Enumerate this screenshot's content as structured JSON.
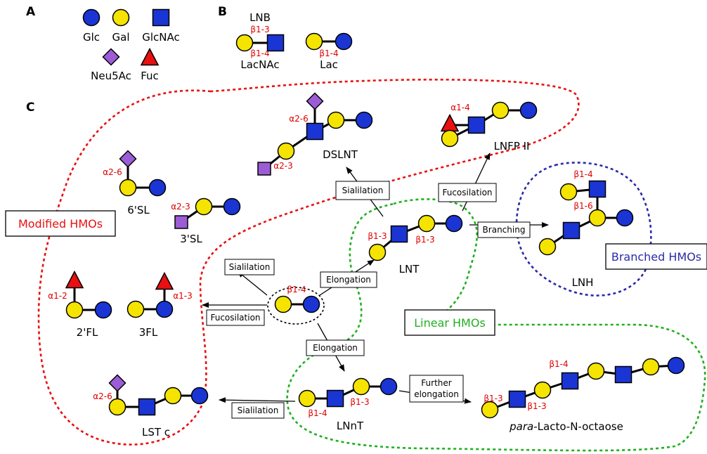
{
  "colors": {
    "glc": "#1a35d4",
    "gal": "#f5e400",
    "glcnac": "#1a35d4",
    "neu5ac": "#9c5cd6",
    "fuc": "#e81010",
    "modified": "#e81010",
    "linear": "#20b020",
    "branched": "#2a2aa8",
    "linkage_text": "#e00000"
  },
  "panels": {
    "a": "A",
    "b": "B",
    "c": "C"
  },
  "legend": {
    "glc": "Glc",
    "gal": "Gal",
    "glcnac": "GlcNAc",
    "neu5ac": "Neu5Ac",
    "fuc": "Fuc"
  },
  "panel_b": {
    "lnb": "LNB",
    "lnb_link": "β1-3",
    "lacnac": "LacNAc",
    "lacnac_link": "β1-4",
    "lac": "Lac",
    "lac_link": "β1-4"
  },
  "groups": {
    "modified": "Modified HMOs",
    "linear": "Linear HMOs",
    "branched": "Branched HMOs"
  },
  "center": {
    "link": "β1-4"
  },
  "structures": {
    "dslnt": {
      "name": "DSLNT",
      "link_a26": "α2-6",
      "link_a23": "α2-3"
    },
    "lnfp2": {
      "name": "LNFP II",
      "link": "α1-4"
    },
    "sl6": {
      "name": "6'SL",
      "link": "α2-6"
    },
    "sl3": {
      "name": "3'SL",
      "link": "α2-3"
    },
    "lnt": {
      "name": "LNT",
      "link1": "β1-3",
      "link2": "β1-3"
    },
    "lnh": {
      "name": "LNH",
      "link1": "β1-4",
      "link2": "β1-6"
    },
    "fl2": {
      "name": "2'FL",
      "link": "α1-2"
    },
    "fl3": {
      "name": "3FL",
      "link": "α1-3"
    },
    "lstc": {
      "name": "LST c",
      "link": "α2-6"
    },
    "lnnt": {
      "name": "LNnT",
      "link1": "β1-4",
      "link2": "β1-3"
    },
    "plno": {
      "name_prefix": "para",
      "name_rest": "-Lacto-N-octaose",
      "link1": "β1-3",
      "link2": "β1-3",
      "link3": "β1-4"
    }
  },
  "reactions": {
    "sialilation_top": "Sialilation",
    "fucosilation_top": "Fucosilation",
    "branching": "Branching",
    "elongation_lnt": "Elongation",
    "sialilation_left": "Sialilation",
    "fucosilation_left": "Fucosilation",
    "elongation_down": "Elongation",
    "sialilation_bottom": "Sialilation",
    "further_1": "Further",
    "further_2": "elongation"
  }
}
